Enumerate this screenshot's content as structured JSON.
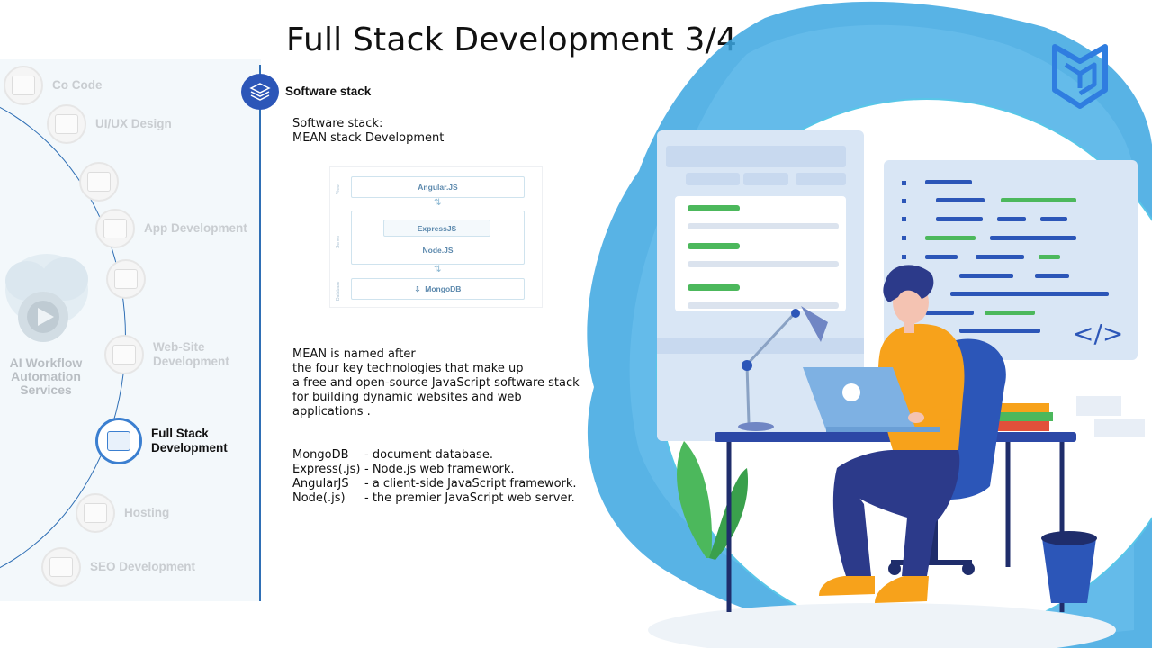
{
  "slide": {
    "title": "Full Stack Development 3/4"
  },
  "nav": {
    "items": [
      {
        "label": "Co Code",
        "icon": "code-icon"
      },
      {
        "label": "UI/UX Design",
        "icon": "design-icon"
      },
      {
        "label": "",
        "icon": "planning-icon"
      },
      {
        "label": "App Development",
        "icon": "app-icon"
      },
      {
        "label": "",
        "icon": "desktop-icon"
      },
      {
        "label": "Web-Site\nDevelopment",
        "icon": "website-icon"
      },
      {
        "label": "Full Stack\nDevelopment",
        "icon": "fullstack-icon",
        "active": true
      },
      {
        "label": "Hosting",
        "icon": "hosting-icon"
      },
      {
        "label": "SEO Development",
        "icon": "seo-icon"
      }
    ],
    "ai_workflow_label": "AI Workflow Automation Services"
  },
  "section": {
    "label": "Software stack",
    "intro": [
      "Software stack:",
      "MEAN stack Development"
    ]
  },
  "diagram": {
    "side_labels": [
      "View",
      "Server",
      "Database"
    ],
    "top": "Angular.JS",
    "middle": [
      "ExpressJS",
      "Node.JS"
    ],
    "bottom": "MongoDB"
  },
  "description": [
    "MEAN is named after",
    "the four key technologies that make up",
    "a free and open-source JavaScript software stack",
    "for building dynamic websites and web",
    "applications ."
  ],
  "technologies": [
    {
      "name": "MongoDB",
      "desc": "- document database."
    },
    {
      "name": "Express(.js)",
      "desc": "- Node.js web framework."
    },
    {
      "name": "AngularJS",
      "desc": "- a client-side JavaScript framework."
    },
    {
      "name": "Node(.js)",
      "desc": "- the premier JavaScript web server."
    }
  ],
  "illustration": {
    "code_tag": "</>"
  },
  "colors": {
    "accent_blue": "#2c56b8",
    "splash_blue": "#3ba6e0",
    "shirt_orange": "#f7a21b",
    "code_green": "#4cb85c"
  }
}
